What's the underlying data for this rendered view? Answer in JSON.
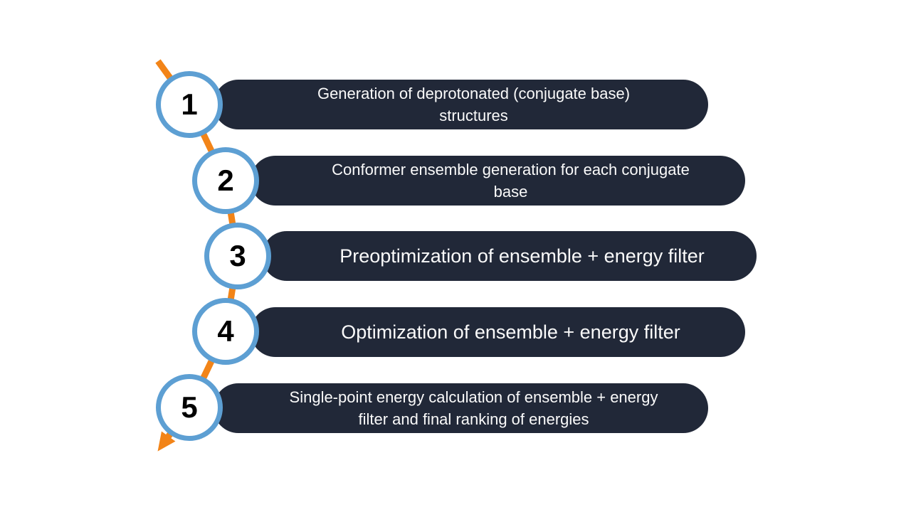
{
  "diagram": {
    "type": "numbered-step-workflow",
    "description": "Five-step vertical process diagram with numbered circular badges and a zigzag orange arrow running from top-left down through the badges to an arrowhead at bottom-left",
    "steps": [
      {
        "number": "1",
        "line1": "Generation of deprotonated (conjugate base)",
        "line2": "structures",
        "label": "Generation of deprotonated (conjugate base) structures"
      },
      {
        "number": "2",
        "line1": "Conformer ensemble generation for each conjugate",
        "line2": "base",
        "label": "Conformer ensemble generation for each conjugate base"
      },
      {
        "number": "3",
        "line1": "Preoptimization of ensemble + energy filter",
        "label": "Preoptimization of ensemble + energy filter"
      },
      {
        "number": "4",
        "line1": "Optimization of ensemble + energy filter",
        "label": "Optimization of ensemble + energy filter"
      },
      {
        "number": "5",
        "line1": "Single-point energy calculation of ensemble + energy",
        "line2": "filter and final ranking of energies",
        "label": "Single-point energy calculation of ensemble + energy filter and final ranking of energies"
      }
    ],
    "colors": {
      "page_background": "#ffffff",
      "bar_background": "#212838",
      "bar_text": "#fafafa",
      "circle_border": "#5d9fd3",
      "circle_fill": "#ffffff",
      "step_number": "#000000",
      "arrow": "#f28418"
    }
  }
}
